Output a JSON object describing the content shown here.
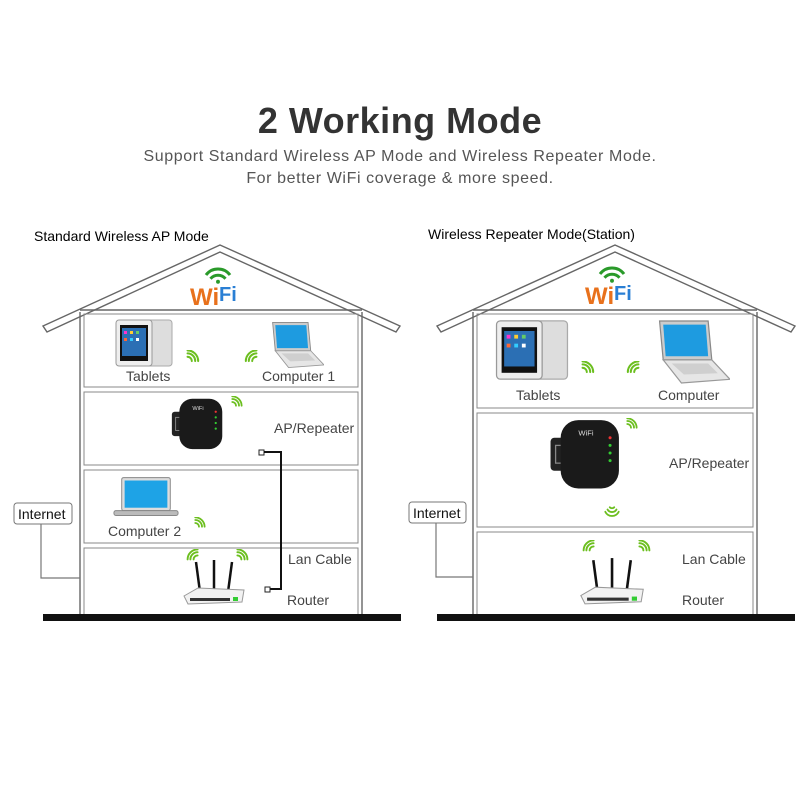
{
  "header": {
    "title": "2 Working Mode",
    "subtitle_line1": "Support Standard Wireless AP Mode and Wireless Repeater Mode.",
    "subtitle_line2": "For better WiFi coverage & more speed."
  },
  "left_diagram": {
    "mode_title": "Standard Wireless AP Mode",
    "logo": {
      "wi": "Wi",
      "fi": "Fi"
    },
    "labels": {
      "tablets": "Tablets",
      "computer1": "Computer 1",
      "ap_repeater": "AP/Repeater",
      "computer2": "Computer 2",
      "lan_cable": "Lan Cable",
      "router": "Router",
      "internet": "Internet"
    }
  },
  "right_diagram": {
    "mode_title": "Wireless Repeater Mode(Station)",
    "logo": {
      "wi": "Wi",
      "fi": "Fi"
    },
    "labels": {
      "tablets": "Tablets",
      "computer": "Computer",
      "ap_repeater": "AP/Repeater",
      "lan_cable": "Lan Cable",
      "router": "Router",
      "internet": "Internet"
    }
  },
  "colors": {
    "wifi_green": "#6cbf1f",
    "wifi_orange": "#e8711c",
    "wifi_blue": "#2a7fd4",
    "screen_blue": "#1e9be0"
  }
}
